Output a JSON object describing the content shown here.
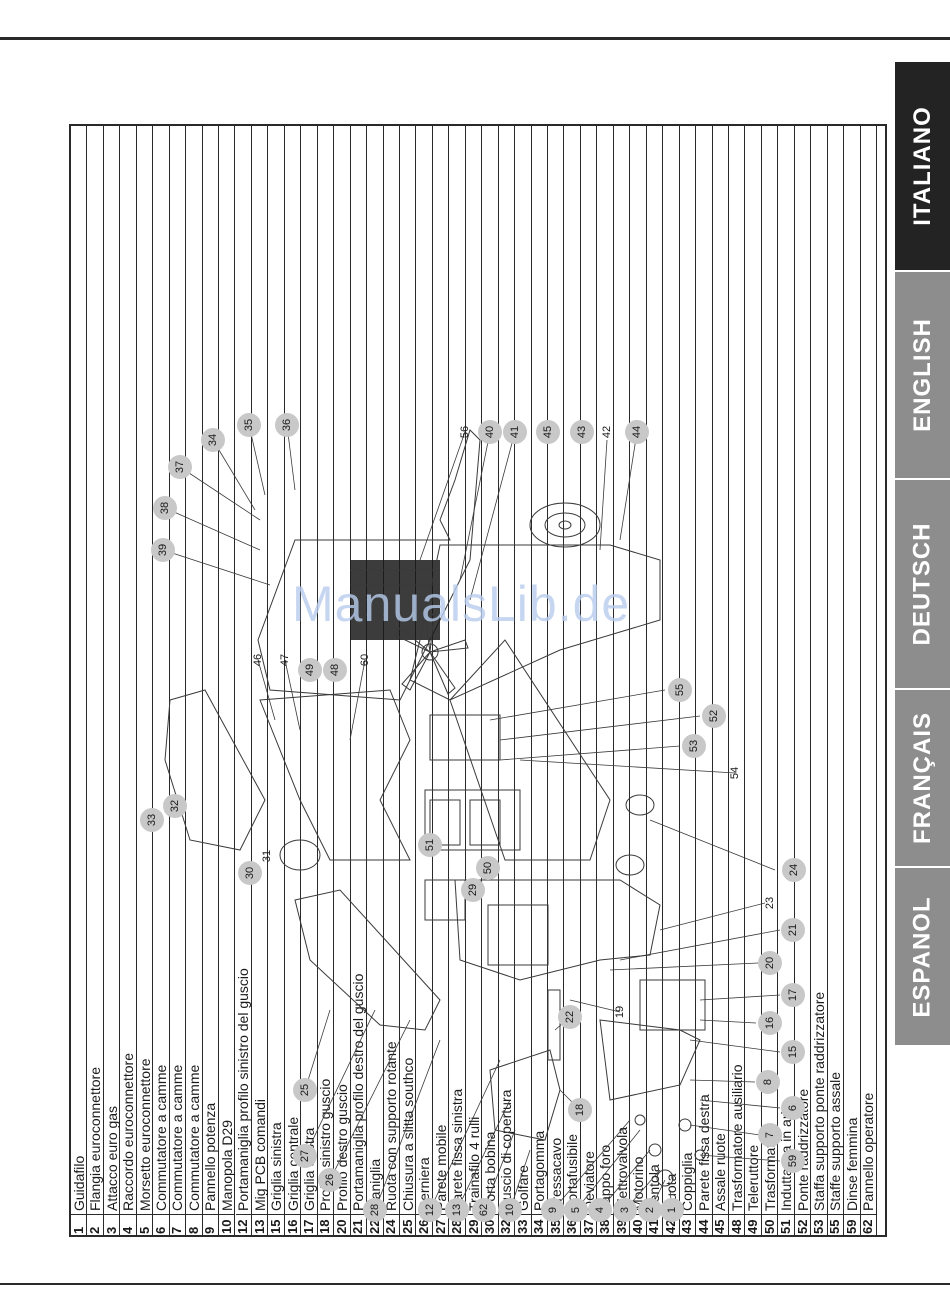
{
  "languages": [
    {
      "label": "ITALIANO",
      "active": true
    },
    {
      "label": "ENGLISH",
      "active": false
    },
    {
      "label": "DEUTSCH",
      "active": false
    },
    {
      "label": "FRANÇAIS",
      "active": false
    },
    {
      "label": "ESPANOL",
      "active": false
    }
  ],
  "watermark": "ManualsLib.de",
  "parts": [
    {
      "num": "1",
      "name": "Guidafilo"
    },
    {
      "num": "2",
      "name": "Flangia euroconnettore"
    },
    {
      "num": "3",
      "name": "Attacco euro gas"
    },
    {
      "num": "4",
      "name": "Raccordo euroconnettore"
    },
    {
      "num": "5",
      "name": "Morsetto euroconnettore"
    },
    {
      "num": "6",
      "name": "Commutatore a camme"
    },
    {
      "num": "7",
      "name": "Commutatore a camme"
    },
    {
      "num": "8",
      "name": "Commutatore a camme"
    },
    {
      "num": "9",
      "name": "Pannello potenza"
    },
    {
      "num": "10",
      "name": "Manopola D29"
    },
    {
      "num": "12",
      "name": "Portamaniglia profilo sinistro del guscio"
    },
    {
      "num": "13",
      "name": "Mig PCB comandi"
    },
    {
      "num": "15",
      "name": "Griglia sinistra"
    },
    {
      "num": "16",
      "name": "Griglia centrale"
    },
    {
      "num": "17",
      "name": "Griglia destra"
    },
    {
      "num": "18",
      "name": "Profilo sinistro guscio"
    },
    {
      "num": "20",
      "name": "Profilo destro guscio"
    },
    {
      "num": "21",
      "name": "Portamaniglia profilo destro del guscio"
    },
    {
      "num": "22",
      "name": "Maniglia"
    },
    {
      "num": "24",
      "name": "Ruota con supporto rotante"
    },
    {
      "num": "25",
      "name": "Chiusura a slitta southco"
    },
    {
      "num": "26",
      "name": "Cerniera"
    },
    {
      "num": "27",
      "name": "Parete mobile"
    },
    {
      "num": "28",
      "name": "Parete fissa sinistra"
    },
    {
      "num": "29",
      "name": "Trainafilo 4 rulli"
    },
    {
      "num": "30",
      "name": "Porta bobina"
    },
    {
      "num": "32",
      "name": "Guscio di copertura"
    },
    {
      "num": "33",
      "name": "Golfare"
    },
    {
      "num": "34",
      "name": "Portagomma"
    },
    {
      "num": "35",
      "name": "Pressacavo"
    },
    {
      "num": "36",
      "name": "Portafusibile"
    },
    {
      "num": "37",
      "name": "Deviatore"
    },
    {
      "num": "38",
      "name": "Tappo foro"
    },
    {
      "num": "39",
      "name": "Elettrovalvola"
    },
    {
      "num": "40",
      "name": "Motorino"
    },
    {
      "num": "41",
      "name": "Ventola"
    },
    {
      "num": "42",
      "name": "Ruota"
    },
    {
      "num": "43",
      "name": "Coppiglia"
    },
    {
      "num": "44",
      "name": "Parete fissa destra"
    },
    {
      "num": "45",
      "name": "Assale ruote"
    },
    {
      "num": "48",
      "name": "Trasformatore ausiliario"
    },
    {
      "num": "49",
      "name": "Teleruttore"
    },
    {
      "num": "50",
      "name": "Trasformatore"
    },
    {
      "num": "51",
      "name": "Induttanza in aria"
    },
    {
      "num": "52",
      "name": "Ponte raddrizzatore"
    },
    {
      "num": "53",
      "name": "Staffa supporto ponte raddrizzatore"
    },
    {
      "num": "55",
      "name": "Staffe supporto assale"
    },
    {
      "num": "59",
      "name": "Dinse femmina"
    },
    {
      "num": "62",
      "name": "Pannello operatore"
    }
  ],
  "callouts": {
    "c35": "35",
    "c36": "36",
    "c34": "34",
    "c37": "37",
    "c38": "38",
    "c39": "39",
    "c45": "45",
    "c43": "43",
    "c42": "42",
    "c44": "44",
    "c56": "56",
    "c40": "40",
    "c41": "41",
    "c33": "33",
    "c32": "32",
    "c30": "30",
    "c31": "31",
    "c46": "46",
    "c47": "47",
    "c49": "49",
    "c48": "48",
    "c60": "60",
    "c55": "55",
    "c52": "52",
    "c53": "53",
    "c54": "54",
    "c51": "51",
    "c50": "50",
    "c29": "29",
    "c24": "24",
    "c23": "23",
    "c21": "21",
    "c20": "20",
    "c17": "17",
    "c16": "16",
    "c15": "15",
    "c19": "19",
    "c22": "22",
    "c18": "18",
    "c8": "8",
    "c6": "6",
    "c7": "7",
    "c59": "59",
    "c25": "25",
    "c27": "27",
    "c26": "26",
    "c28": "28",
    "c12": "12",
    "c13": "13",
    "c62": "62",
    "c10": "10",
    "c9": "9",
    "c5": "5",
    "c4": "4",
    "c3": "3",
    "c2": "2",
    "c1": "1"
  }
}
